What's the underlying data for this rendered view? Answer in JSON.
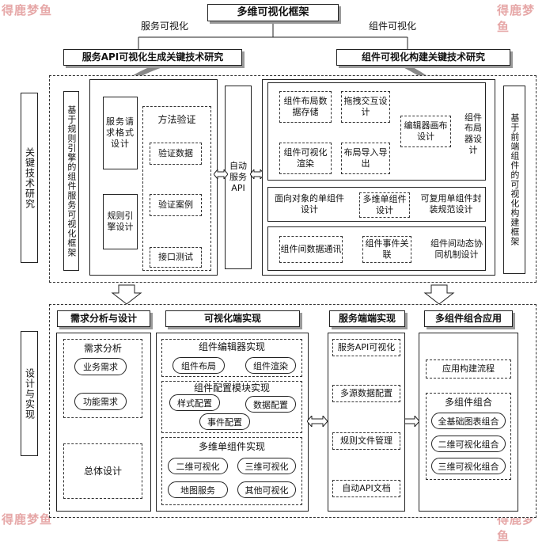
{
  "watermark": "得鹿梦鱼",
  "top": {
    "title": "多维可视化框架",
    "left_label": "服务可视化",
    "right_label": "组件可视化",
    "left_research": "服务API可视化生成关键技术研究",
    "right_research": "组件可视化构建关键技术研究"
  },
  "key_tech": {
    "side_label": "关键技术研究",
    "left_framework": "基于规则引擎的组件服务可视化框架",
    "service_request": "服务请求格式设计",
    "rule_engine": "规则引擎设计",
    "method_verify": "方法验证",
    "verify_data": "验证数据",
    "verify_case": "验证案例",
    "interface_test": "接口测试",
    "auto_api": "自动服务API",
    "layout_storage": "组件布局数据存储",
    "drag_design": "拖拽交互设计",
    "editor_canvas": "编辑器画布设计",
    "layout_designer": "组件布局器设计",
    "component_render": "组件可视化渲染",
    "layout_io": "布局导入导出",
    "oo_design": "面向对象的单组件设计",
    "multi_dim_component": "多维单组件设计",
    "reusable_spec": "可复用单组件封装规范设计",
    "data_comm": "组件间数据通讯",
    "event_link": "组件事件关联",
    "dynamic_coop": "组件间动态协同机制设计",
    "right_framework": "基于前端组件的可视化构建框架"
  },
  "impl": {
    "side_label": "设计与实现",
    "req_header": "需求分析与设计",
    "req_analysis": "需求分析",
    "biz_req": "业务需求",
    "func_req": "功能需求",
    "overall_design": "总体设计",
    "vis_header": "可视化端实现",
    "editor_impl": "组件编辑器实现",
    "comp_layout": "组件布局",
    "comp_render": "组件渲染",
    "config_impl": "组件配置模块实现",
    "style_config": "样式配置",
    "data_config": "数据配置",
    "event_config": "事件配置",
    "multi_impl": "多维单组件实现",
    "vis_2d": "二维可视化",
    "vis_3d": "三维可视化",
    "map_service": "地图服务",
    "other_vis": "其他可视化",
    "service_header": "服务端端实现",
    "service_api": "服务API可视化",
    "multi_source": "多源数据配置",
    "rule_file": "规则文件管理",
    "auto_doc": "自动API文档",
    "multi_app_header": "多组件组合应用",
    "app_flow": "应用构建流程",
    "multi_combo": "多组件组合",
    "basic_chart_combo": "全基础图表组合",
    "combo_2d": "二维可视化组合",
    "combo_3d": "三维可视化组合"
  }
}
